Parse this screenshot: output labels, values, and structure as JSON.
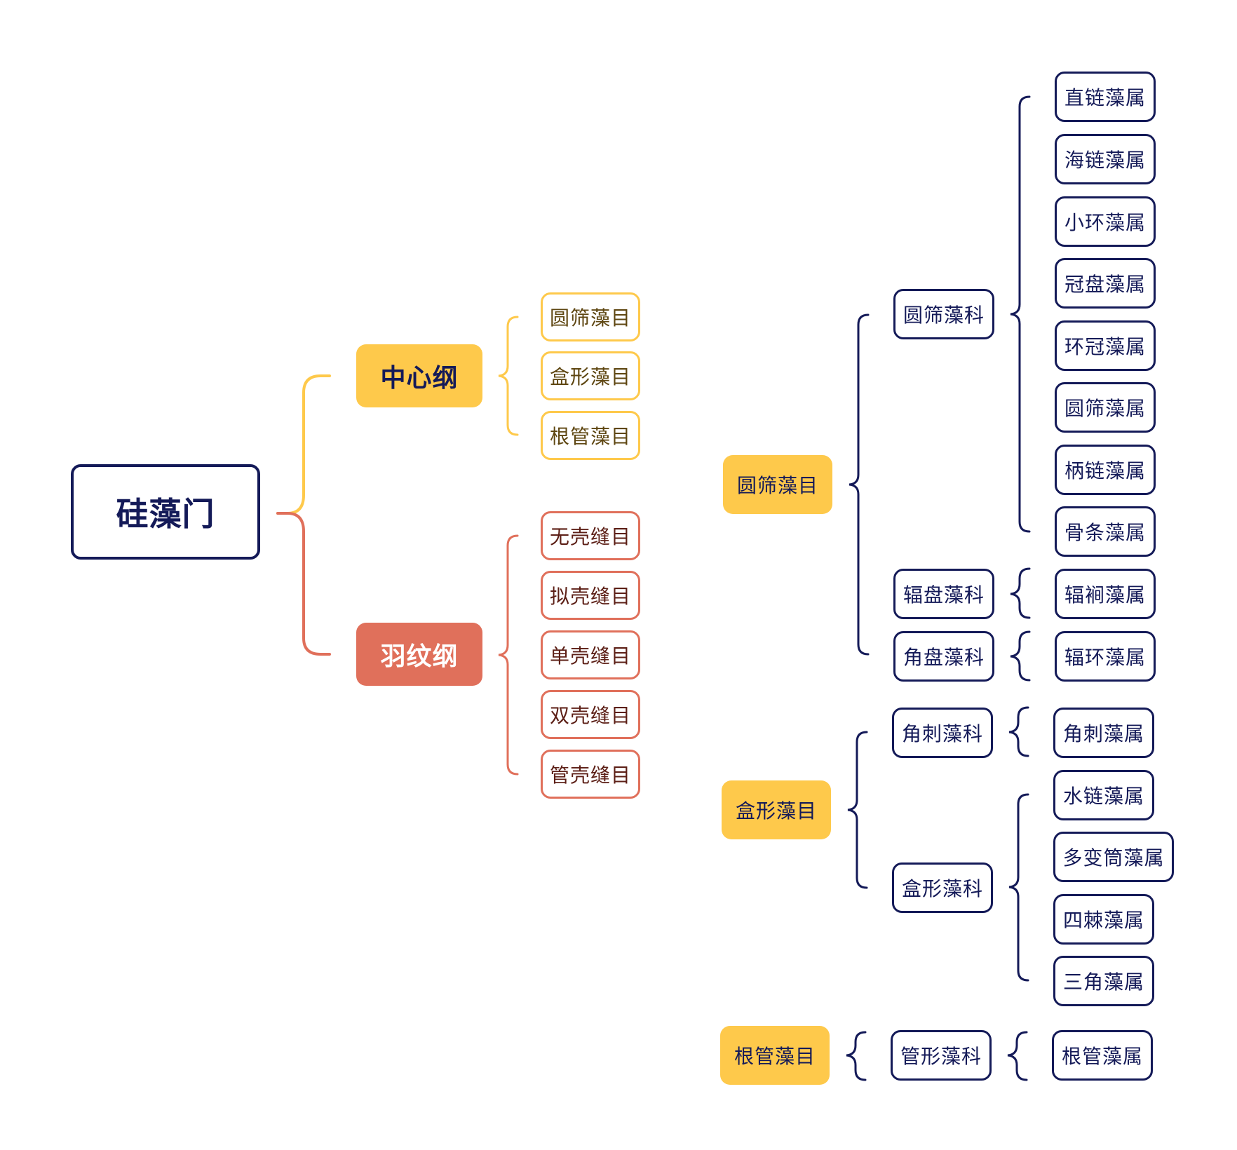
{
  "colors": {
    "navy": "#141a58",
    "yellow": "#fec94b",
    "coral": "#e0705b",
    "white": "#ffffff"
  },
  "root": {
    "label": "硅藻门"
  },
  "classes": [
    {
      "label": "中心纲",
      "orders": [
        "圆筛藻目",
        "盒形藻目",
        "根管藻目"
      ]
    },
    {
      "label": "羽纹纲",
      "orders": [
        "无壳缝目",
        "拟壳缝目",
        "单壳缝目",
        "双壳缝目",
        "管壳缝目"
      ]
    }
  ],
  "orders_detail": [
    {
      "label": "圆筛藻目",
      "families": [
        {
          "label": "圆筛藻科",
          "genera": [
            "直链藻属",
            "海链藻属",
            "小环藻属",
            "冠盘藻属",
            "环冠藻属",
            "圆筛藻属",
            "柄链藻属",
            "骨条藻属"
          ]
        },
        {
          "label": "辐盘藻科",
          "genera": [
            "辐裥藻属"
          ]
        },
        {
          "label": "角盘藻科",
          "genera": [
            "辐环藻属"
          ]
        }
      ]
    },
    {
      "label": "盒形藻目",
      "families": [
        {
          "label": "角刺藻科",
          "genera": [
            "角刺藻属"
          ]
        },
        {
          "label": "盒形藻科",
          "genera": [
            "水链藻属",
            "多变筒藻属",
            "四棘藻属",
            "三角藻属"
          ]
        }
      ]
    },
    {
      "label": "根管藻目",
      "families": [
        {
          "label": "管形藻科",
          "genera": [
            "根管藻属"
          ]
        }
      ]
    }
  ]
}
